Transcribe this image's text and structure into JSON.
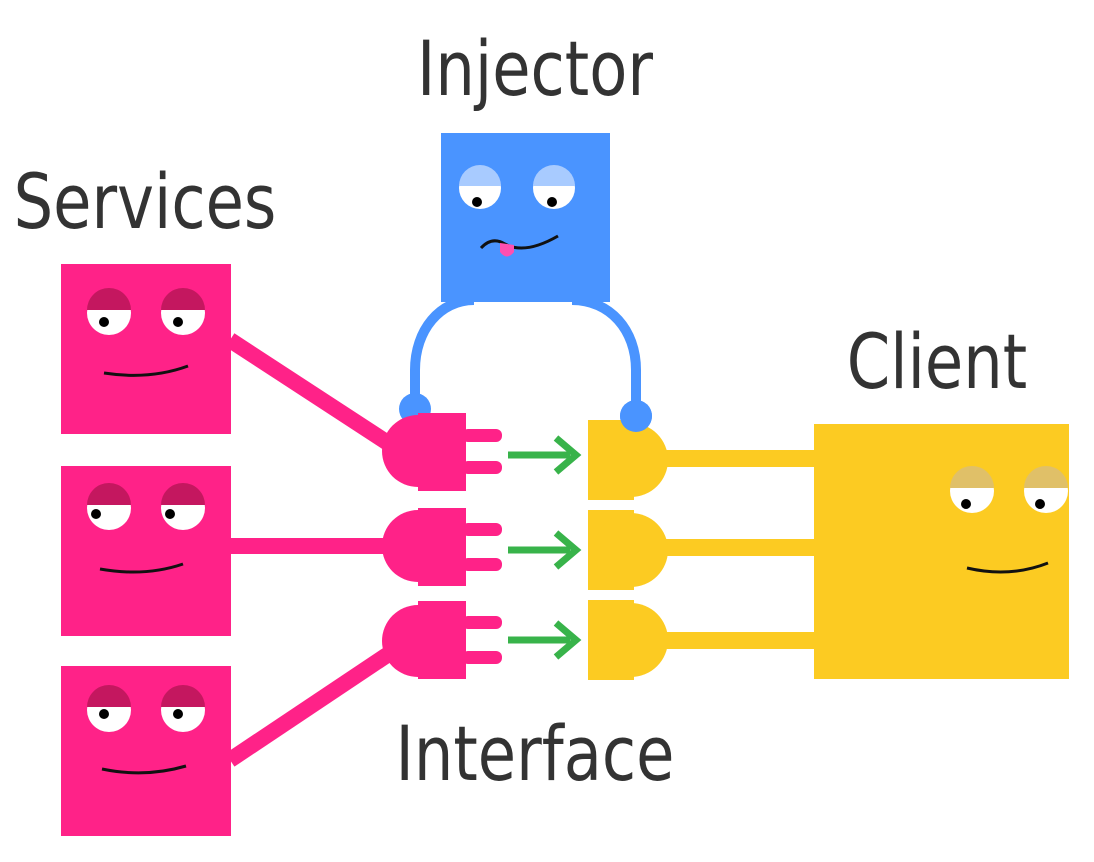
{
  "labels": {
    "injector": "Injector",
    "services": "Services",
    "client": "Client",
    "interface": "Interface"
  },
  "colors": {
    "service": "#ff2288",
    "service_brow": "#c4175f",
    "injector": "#4a94ff",
    "injector_brow": "#a8cbff",
    "client": "#fccb22",
    "client_brow": "#e0c068",
    "arrow": "#38b34a",
    "text": "#333333",
    "tongue": "#ff4fb0"
  },
  "icons": [
    "service-face-icon",
    "injector-face-icon",
    "client-face-icon",
    "plug-icon",
    "socket-icon",
    "arrow-right-icon"
  ]
}
